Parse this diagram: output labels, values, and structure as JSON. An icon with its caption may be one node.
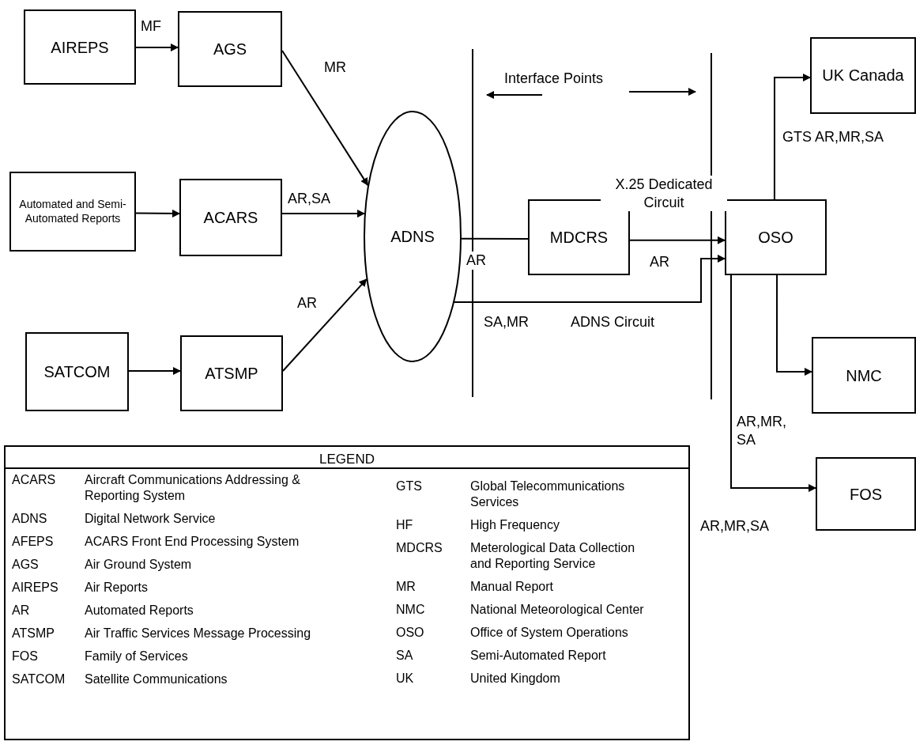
{
  "diagram": {
    "nodes": [
      {
        "text": [
          "AIREPS"
        ]
      },
      {
        "text": [
          "AGS"
        ]
      },
      {
        "text": [
          "Automated and Semi-Automated Reports"
        ]
      },
      {
        "text": [
          "ACARS"
        ]
      },
      {
        "text": [
          "ADNS"
        ]
      },
      {
        "text": [
          "SATCOM"
        ]
      },
      {
        "text": [
          "ATSMP"
        ]
      },
      {
        "text": [
          "MDCRS"
        ]
      },
      {
        "text": [
          "OSO"
        ]
      },
      {
        "text": [
          "UK Canada"
        ]
      },
      {
        "text": [
          "NMC"
        ]
      },
      {
        "text": [
          "FOS"
        ]
      }
    ],
    "edges": [
      {
        "from": 0,
        "to": 1,
        "arrow": "to",
        "label": "MF"
      },
      {
        "from": 1,
        "to": 4,
        "arrow": "to",
        "label": "MR"
      },
      {
        "from": 2,
        "to": 3,
        "arrow": "to"
      },
      {
        "from": 3,
        "to": 4,
        "arrow": "to",
        "label": "AR,SA"
      },
      {
        "from": 5,
        "to": 6,
        "arrow": "to"
      },
      {
        "from": 6,
        "to": 4,
        "arrow": "to",
        "label": "AR"
      },
      {
        "from": 4,
        "to": 7,
        "arrow": "none",
        "label": "AR"
      },
      {
        "from": 7,
        "to": 8,
        "arrow": "to",
        "label": "AR"
      },
      {
        "from": 4,
        "to": 8,
        "arrow": "to",
        "label": "SA,MR"
      },
      {
        "from": 8,
        "to": 9,
        "arrow": "to",
        "label": "GTS AR,MR,SA"
      },
      {
        "from": 8,
        "to": 10,
        "arrow": "to"
      },
      {
        "from": 8,
        "to": 11,
        "arrow": "to",
        "label": "AR,MR, SA"
      }
    ],
    "labels": [
      "Interface Points",
      "X.25 Dedicated Circuit",
      "ADNS Circuit",
      "AR,MR,SA",
      "LEGEND",
      "ACARS",
      "Aircraft Communications Addressing & Reporting System",
      "ADNS",
      "Digital Network Service",
      "AFEPS",
      "ACARS Front End Processing System",
      "AGS",
      "Air Ground System",
      "AIREPS",
      "Air Reports",
      "AR",
      "Automated Reports",
      "ATSMP",
      "Air Traffic Services Message Processing",
      "FOS",
      "Family of Services",
      "SATCOM",
      "Satellite Communications",
      "GTS",
      "Global Telecommunications Services",
      "HF",
      "High Frequency",
      "MDCRS",
      "Meterological Data Collection and Reporting Service",
      "MR",
      "Manual Report",
      "NMC",
      "National Meteorological Center",
      "OSO",
      "Office of System Operations",
      "SA",
      "Semi-Automated Report",
      "UK",
      "United Kingdom"
    ]
  }
}
